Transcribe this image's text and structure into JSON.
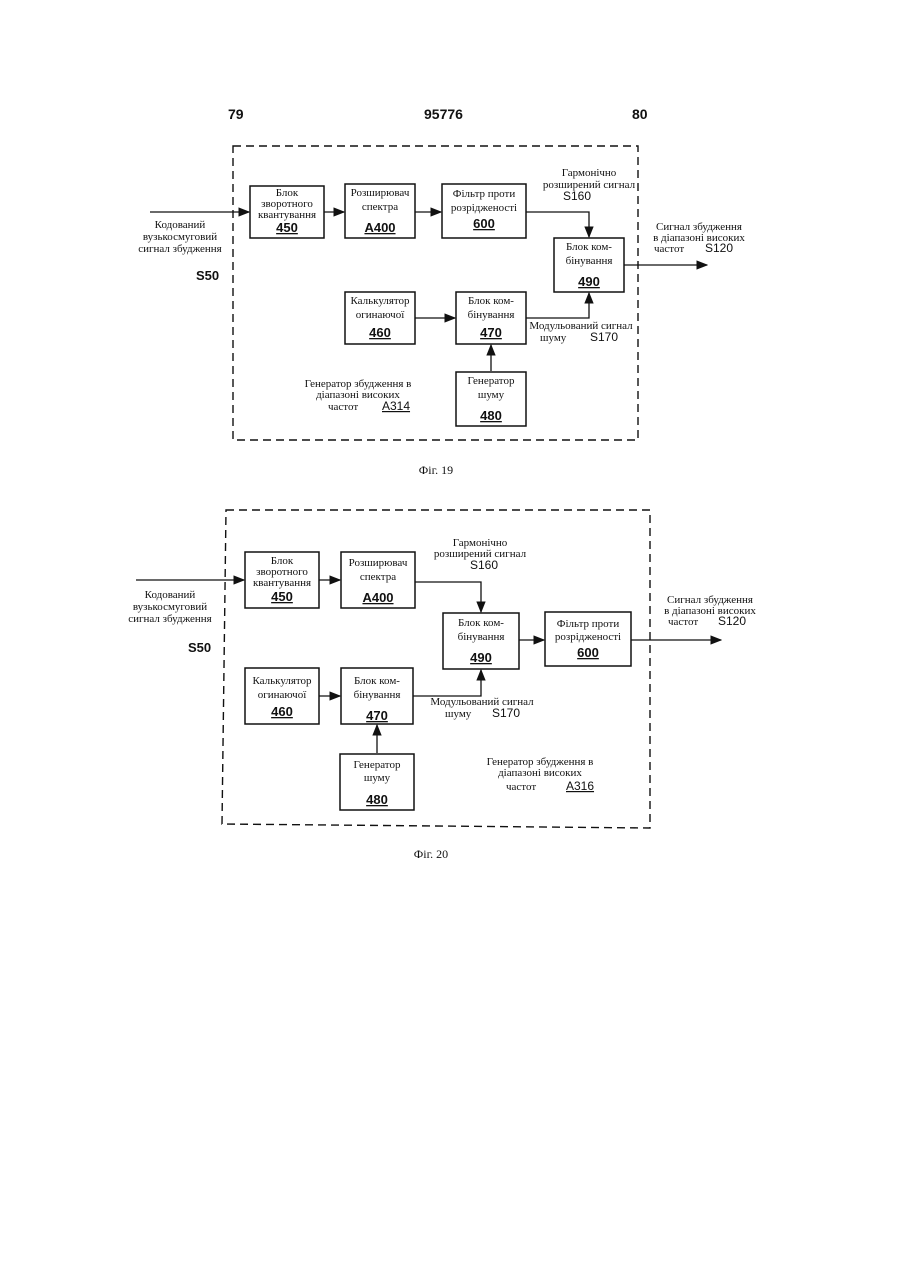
{
  "header": {
    "left_page": "79",
    "patent_number": "95776",
    "right_page": "80"
  },
  "fig19": {
    "caption": "Фіг. 19",
    "input_label": [
      "Кодований",
      "вузькосмуговий",
      "сигнал збудження"
    ],
    "input_signal": "S50",
    "harmonic_label": [
      "Гармонічно",
      "розширений сигнал"
    ],
    "harmonic_signal": "S160",
    "output_label": [
      "Сигнал збудження",
      "в діапазоні високих",
      "частот"
    ],
    "output_signal": "S120",
    "noise_label": [
      "Модульований сигнал",
      "шуму"
    ],
    "noise_signal": "S170",
    "generator_label": [
      "Генератор збудження в",
      "діапазоні високих",
      "частот"
    ],
    "generator_id": "A314",
    "blocks": {
      "b450": {
        "label": [
          "Блок",
          "зворотного",
          "квантування"
        ],
        "num": "450"
      },
      "bA400": {
        "label": [
          "Розширювач",
          "спектра"
        ],
        "num": "A400"
      },
      "b600": {
        "label": [
          "Фільтр проти",
          "розрідженості"
        ],
        "num": "600"
      },
      "b490": {
        "label": [
          "Блок ком-",
          "бінування"
        ],
        "num": "490"
      },
      "b460": {
        "label": [
          "Калькулятор",
          "огинаючої"
        ],
        "num": "460"
      },
      "b470": {
        "label": [
          "Блок ком-",
          "бінування"
        ],
        "num": "470"
      },
      "b480": {
        "label": [
          "Генератор",
          "шуму"
        ],
        "num": "480"
      }
    }
  },
  "fig20": {
    "caption": "Фіг. 20",
    "input_label": [
      "Кодований",
      "вузькосмуговий",
      "сигнал збудження"
    ],
    "input_signal": "S50",
    "harmonic_label": [
      "Гармонічно",
      "розширений сигнал"
    ],
    "harmonic_signal": "S160",
    "output_label": [
      "Сигнал збудження",
      "в діапазоні високих",
      "частот"
    ],
    "output_signal": "S120",
    "noise_label": [
      "Модульований сигнал",
      "шуму"
    ],
    "noise_signal": "S170",
    "generator_label": [
      "Генератор збудження в",
      "діапазоні високих",
      "частот"
    ],
    "generator_id": "A316",
    "blocks": {
      "b450": {
        "label": [
          "Блок",
          "зворотного",
          "квантування"
        ],
        "num": "450"
      },
      "bA400": {
        "label": [
          "Розширювач",
          "спектра"
        ],
        "num": "A400"
      },
      "b490": {
        "label": [
          "Блок ком-",
          "бінування"
        ],
        "num": "490"
      },
      "b600": {
        "label": [
          "Фільтр проти",
          "розрідженості"
        ],
        "num": "600"
      },
      "b460": {
        "label": [
          "Калькулятор",
          "огинаючої"
        ],
        "num": "460"
      },
      "b470": {
        "label": [
          "Блок ком-",
          "бінування"
        ],
        "num": "470"
      },
      "b480": {
        "label": [
          "Генератор",
          "шуму"
        ],
        "num": "480"
      }
    }
  }
}
